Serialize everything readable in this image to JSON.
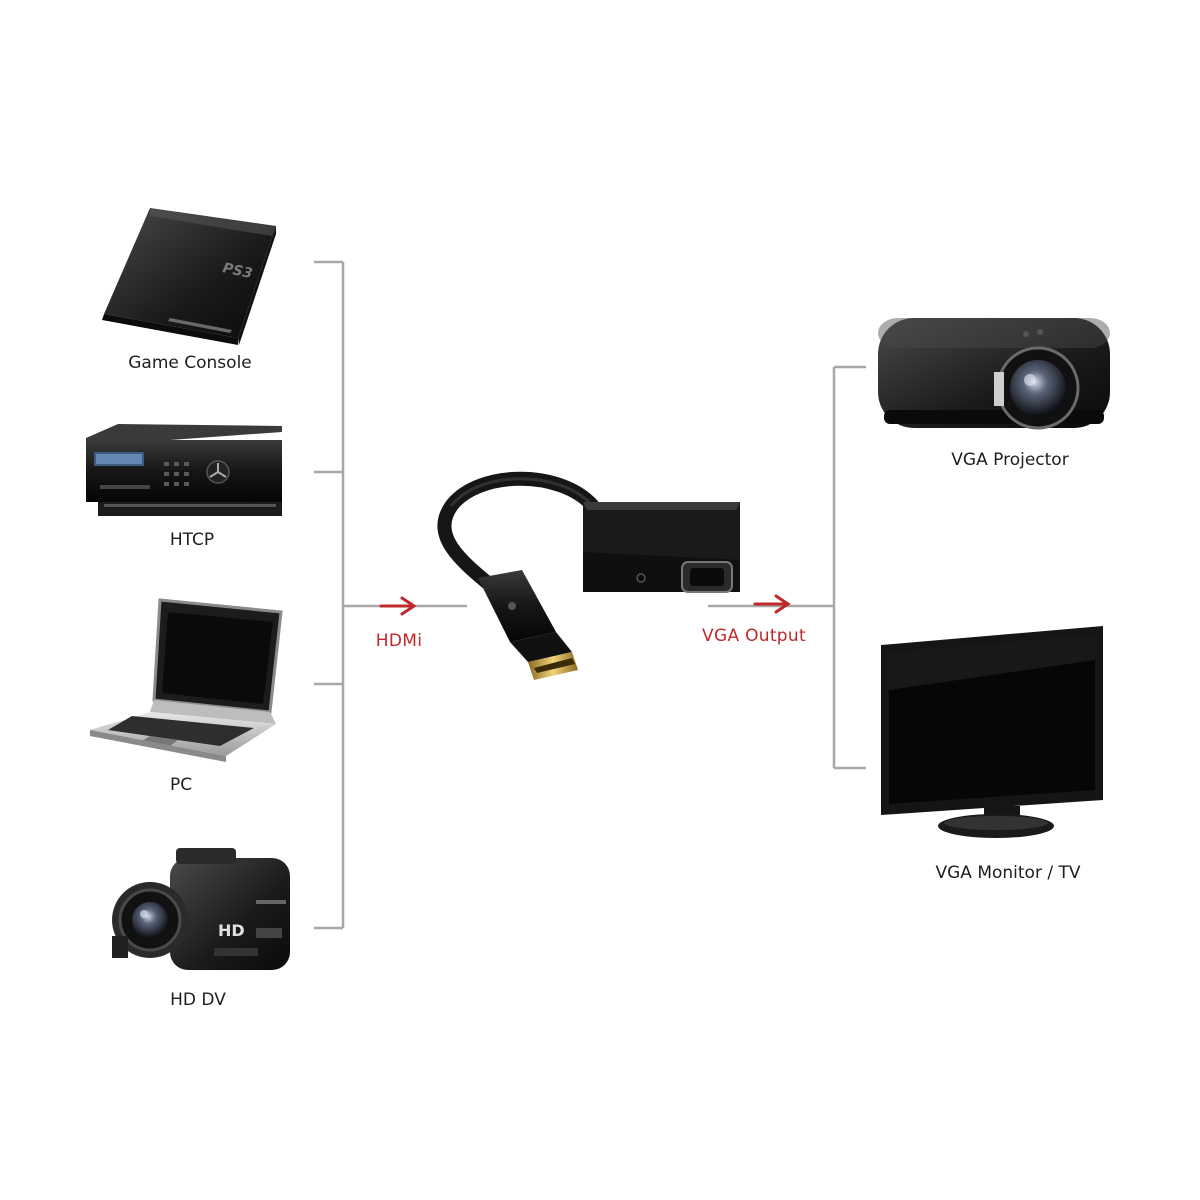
{
  "sources": [
    {
      "label": "Game Console",
      "icon": "game-console-icon"
    },
    {
      "label": "HTCP",
      "icon": "htpc-icon"
    },
    {
      "label": "PC",
      "icon": "laptop-icon"
    },
    {
      "label": "HD DV",
      "icon": "camcorder-icon"
    }
  ],
  "adapter": {
    "icon": "hdmi-to-vga-adapter-icon"
  },
  "input_label": "HDMi",
  "output_label": "VGA Output",
  "console_logo": "PS3",
  "camcorder_badge": "HD",
  "outputs": [
    {
      "label": "VGA Projector",
      "icon": "projector-icon"
    },
    {
      "label": "VGA Monitor / TV",
      "icon": "monitor-icon"
    }
  ],
  "colors": {
    "connector_line": "#a8a8a8",
    "arrow": "#c0282a",
    "label_red": "#c0282a",
    "device": "#1a1a1a"
  }
}
